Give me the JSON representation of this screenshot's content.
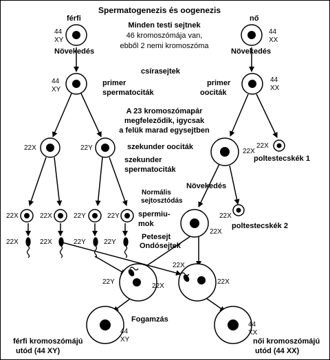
{
  "title": "Spermatogenezis és oogenezis",
  "intro_line1": "Minden testi sejtnek",
  "intro_line2": "46 kromoszómája van,",
  "intro_line3": "ebből 2 nemi kromoszóma",
  "male_label": "férfi",
  "female_label": "nő",
  "karyotype_44": "44",
  "xy": "XY",
  "xx": "XX",
  "growth": "Növekedés",
  "germ_cells": "csírasejtek",
  "primary_spermatocytes_1": "primer",
  "primary_spermatocytes_2": "spermatociták",
  "primary_oocytes_1": "primer",
  "primary_oocytes_2": "oociták",
  "meiosis_line1": "A 23 kromoszómapár",
  "meiosis_line2": "megfeleződik, igycsak",
  "meiosis_line3": "a felük marad egysejtben",
  "x22": "22X",
  "y22": "22Y",
  "secondary_oocytes": "szekunder oociták",
  "secondary_spermatocytes_1": "szekunder",
  "secondary_spermatocytes_2": "spermatociták",
  "polar_body_1": "poltestecskék 1",
  "polar_body_2": "poltestecskék 2",
  "normal_division_1": "Normális",
  "normal_division_2": "sejtosztódás",
  "spermatids_1": "spermiu-",
  "spermatids_2": "mok",
  "egg_cell": "Petesejt",
  "sperm_cells": "Ondósejtek",
  "fertilization": "Fogamzás",
  "male_offspring_1": "férfi kromoszómájú",
  "male_offspring_2": "utód (44 XY)",
  "female_offspring_1": "női kromoszómájú",
  "female_offspring_2": "utód (44 XX)"
}
